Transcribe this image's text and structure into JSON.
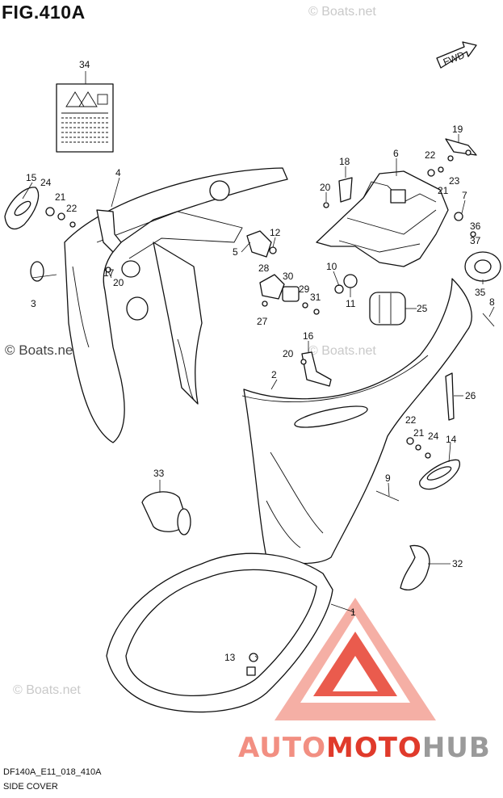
{
  "figure": {
    "title": "FIG.410A",
    "code": "DF140A_E11_018_410A",
    "caption": "SIDE COVER",
    "direction_label": "FWD"
  },
  "watermarks": [
    "© Boats.net",
    "© Boats.net",
    "© Boats.net",
    "© Boats.net"
  ],
  "brand": {
    "part1": "AUTO",
    "part2": "MOTO",
    "part3": "HUB"
  },
  "callouts": [
    "1",
    "2",
    "3",
    "4",
    "5",
    "6",
    "7",
    "8",
    "9",
    "10",
    "11",
    "12",
    "13",
    "14",
    "15",
    "16",
    "17",
    "18",
    "19",
    "20",
    "20",
    "20",
    "21",
    "21",
    "21",
    "22",
    "22",
    "22",
    "23",
    "24",
    "24",
    "25",
    "26",
    "27",
    "28",
    "29",
    "30",
    "31",
    "32",
    "33",
    "34",
    "35",
    "36",
    "37"
  ],
  "colors": {
    "logo_light": "#f28f82",
    "logo_red": "#e03a2b",
    "logo_grey": "#9a9a9a"
  }
}
